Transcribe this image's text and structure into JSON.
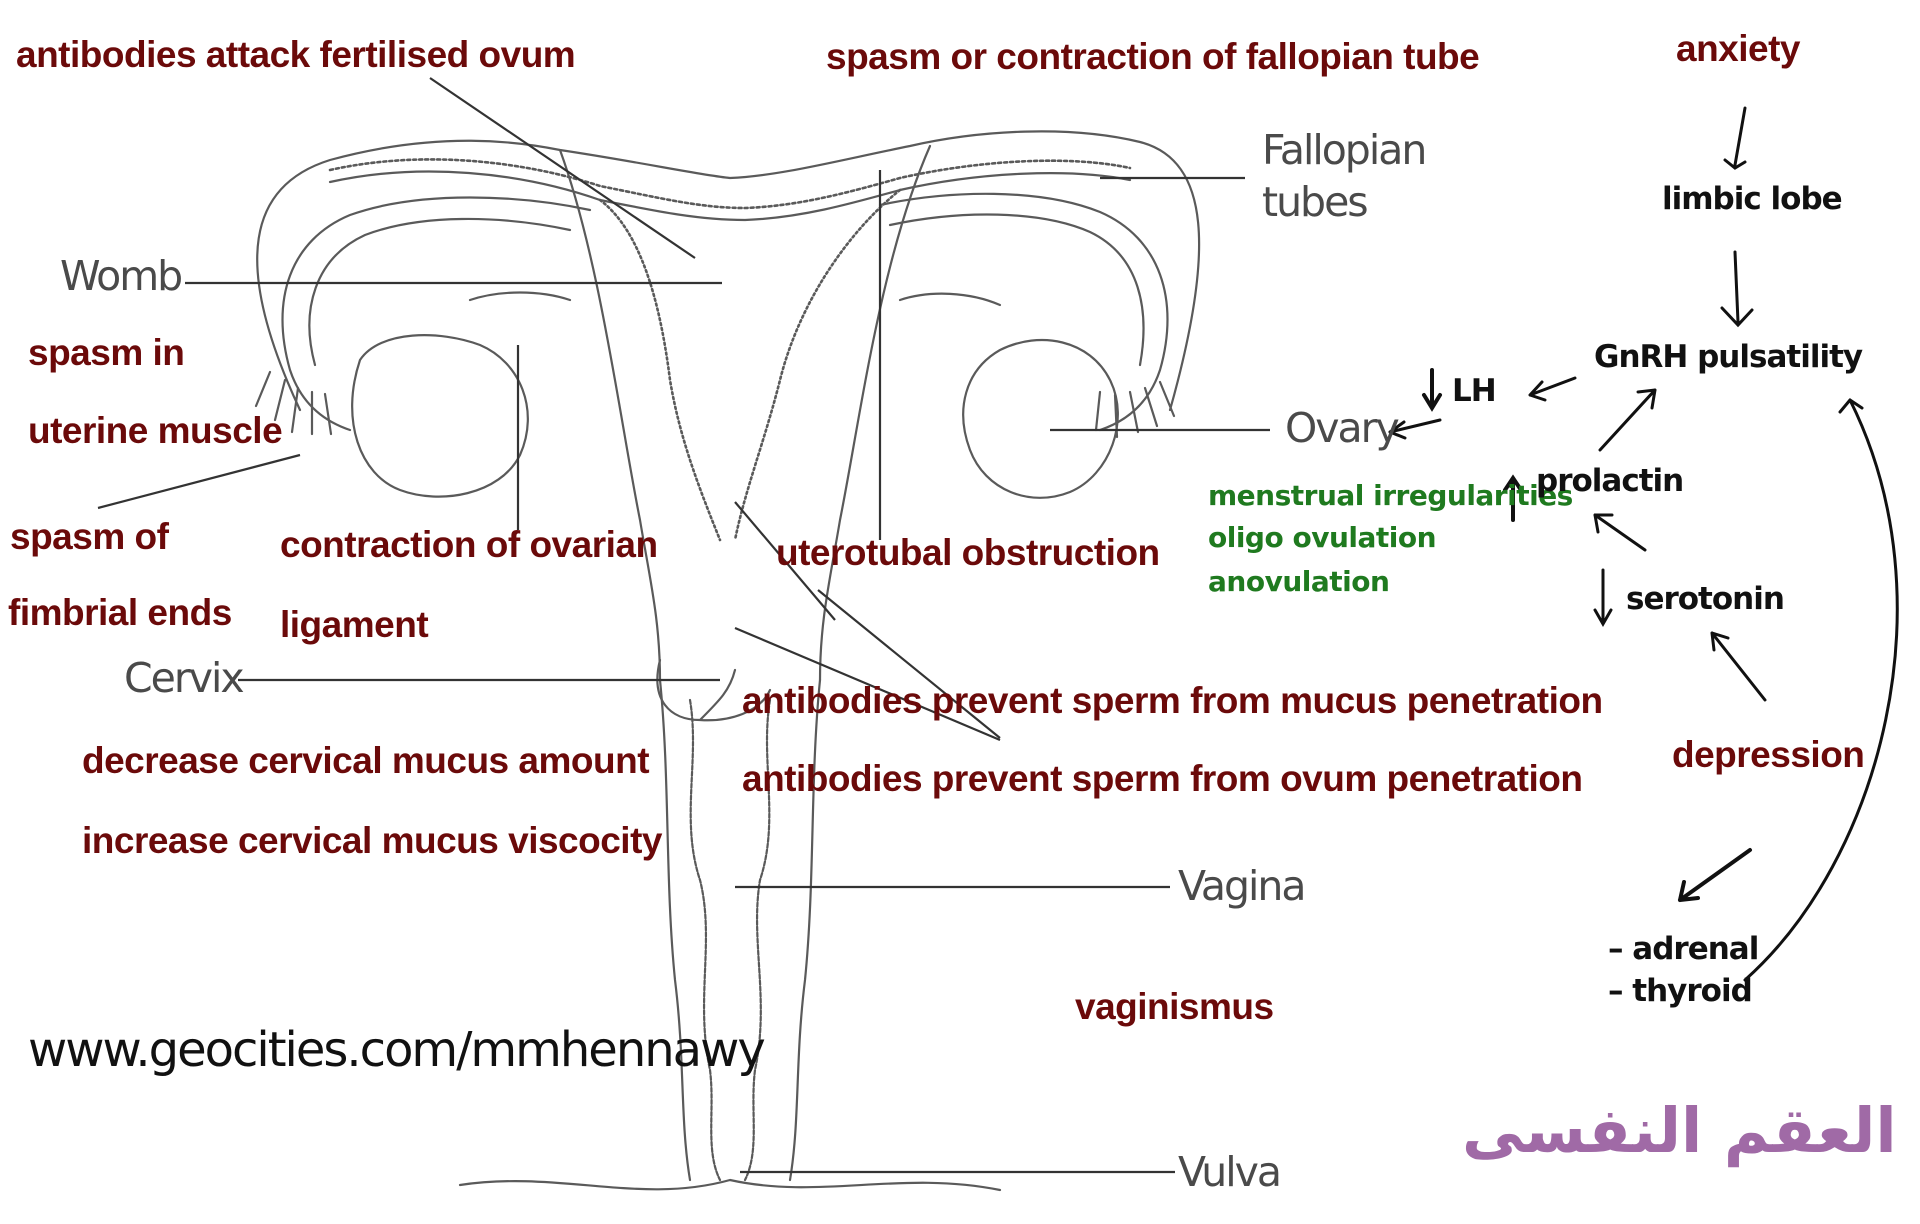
{
  "anatomy_labels": {
    "fallopian_tubes_l1": "Fallopian",
    "fallopian_tubes_l2": "tubes",
    "womb": "Womb",
    "ovary": "Ovary",
    "cervix": "Cervix",
    "vagina": "Vagina",
    "vulva": "Vulva"
  },
  "effects": {
    "antibodies_attack_ovum": "antibodies attack fertilised ovum",
    "spasm_fallopian": "spasm or contraction of fallopian tube",
    "spasm_uterine_l1": "spasm in",
    "spasm_uterine_l2": "uterine muscle",
    "spasm_fimbrial_l1": "spasm of",
    "spasm_fimbrial_l2": "fimbrial ends",
    "ovarian_ligament_l1": "contraction of ovarian",
    "ovarian_ligament_l2": "ligament",
    "uterotubal": "uterotubal obstruction",
    "mucus_penetration": "antibodies prevent sperm from mucus penetration",
    "ovum_penetration": "antibodies prevent sperm from ovum penetration",
    "decrease_mucus": "decrease cervical mucus amount",
    "increase_viscosity": "increase cervical mucus viscocity",
    "vaginismus": "vaginismus"
  },
  "ovulation_effects": {
    "line1": "menstrual  irregularities",
    "line2": "oligo ovulation",
    "line3": "anovulation"
  },
  "pathway": {
    "anxiety": "anxiety",
    "limbic_lobe": "limbic lobe",
    "gnrh": "GnRH pulsatility",
    "lh": "LH",
    "prolactin": "prolactin",
    "serotonin": "serotonin",
    "depression": "depression",
    "adrenal": "adrenal",
    "thyroid": "thyroid"
  },
  "watermark": "www.geocities.com/mmhennawy",
  "arabic_title": "العقم النفسى",
  "colors": {
    "effect_text": "#6b0a0a",
    "anatomy_text": "#4a4a4a",
    "ovulation_text": "#1f7a1f",
    "pathway_text": "#111111",
    "arabic_text": "#a06aa6",
    "outline": "#5a5a5a"
  }
}
